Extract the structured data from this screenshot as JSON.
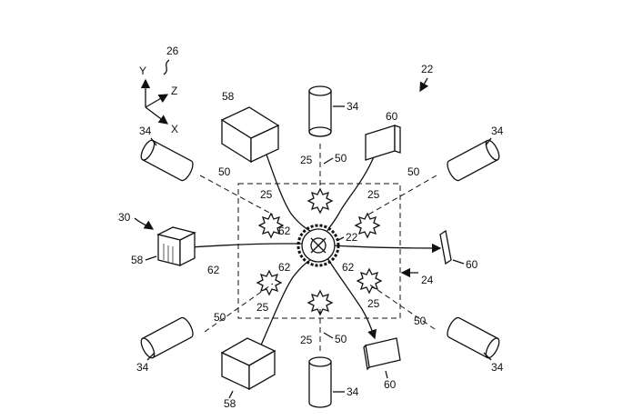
{
  "figure": {
    "ref_system": "22",
    "ref_axes": "26",
    "ref_chamber": "24",
    "ref_assembly": "30",
    "ref_gear": "22",
    "axis_y": "Y",
    "axis_z": "Z",
    "axis_x": "X",
    "ref_camera": "34",
    "ref_projector": "58",
    "ref_target": "60",
    "ref_beam": "50",
    "ref_spot": "25",
    "ref_path": "62"
  }
}
